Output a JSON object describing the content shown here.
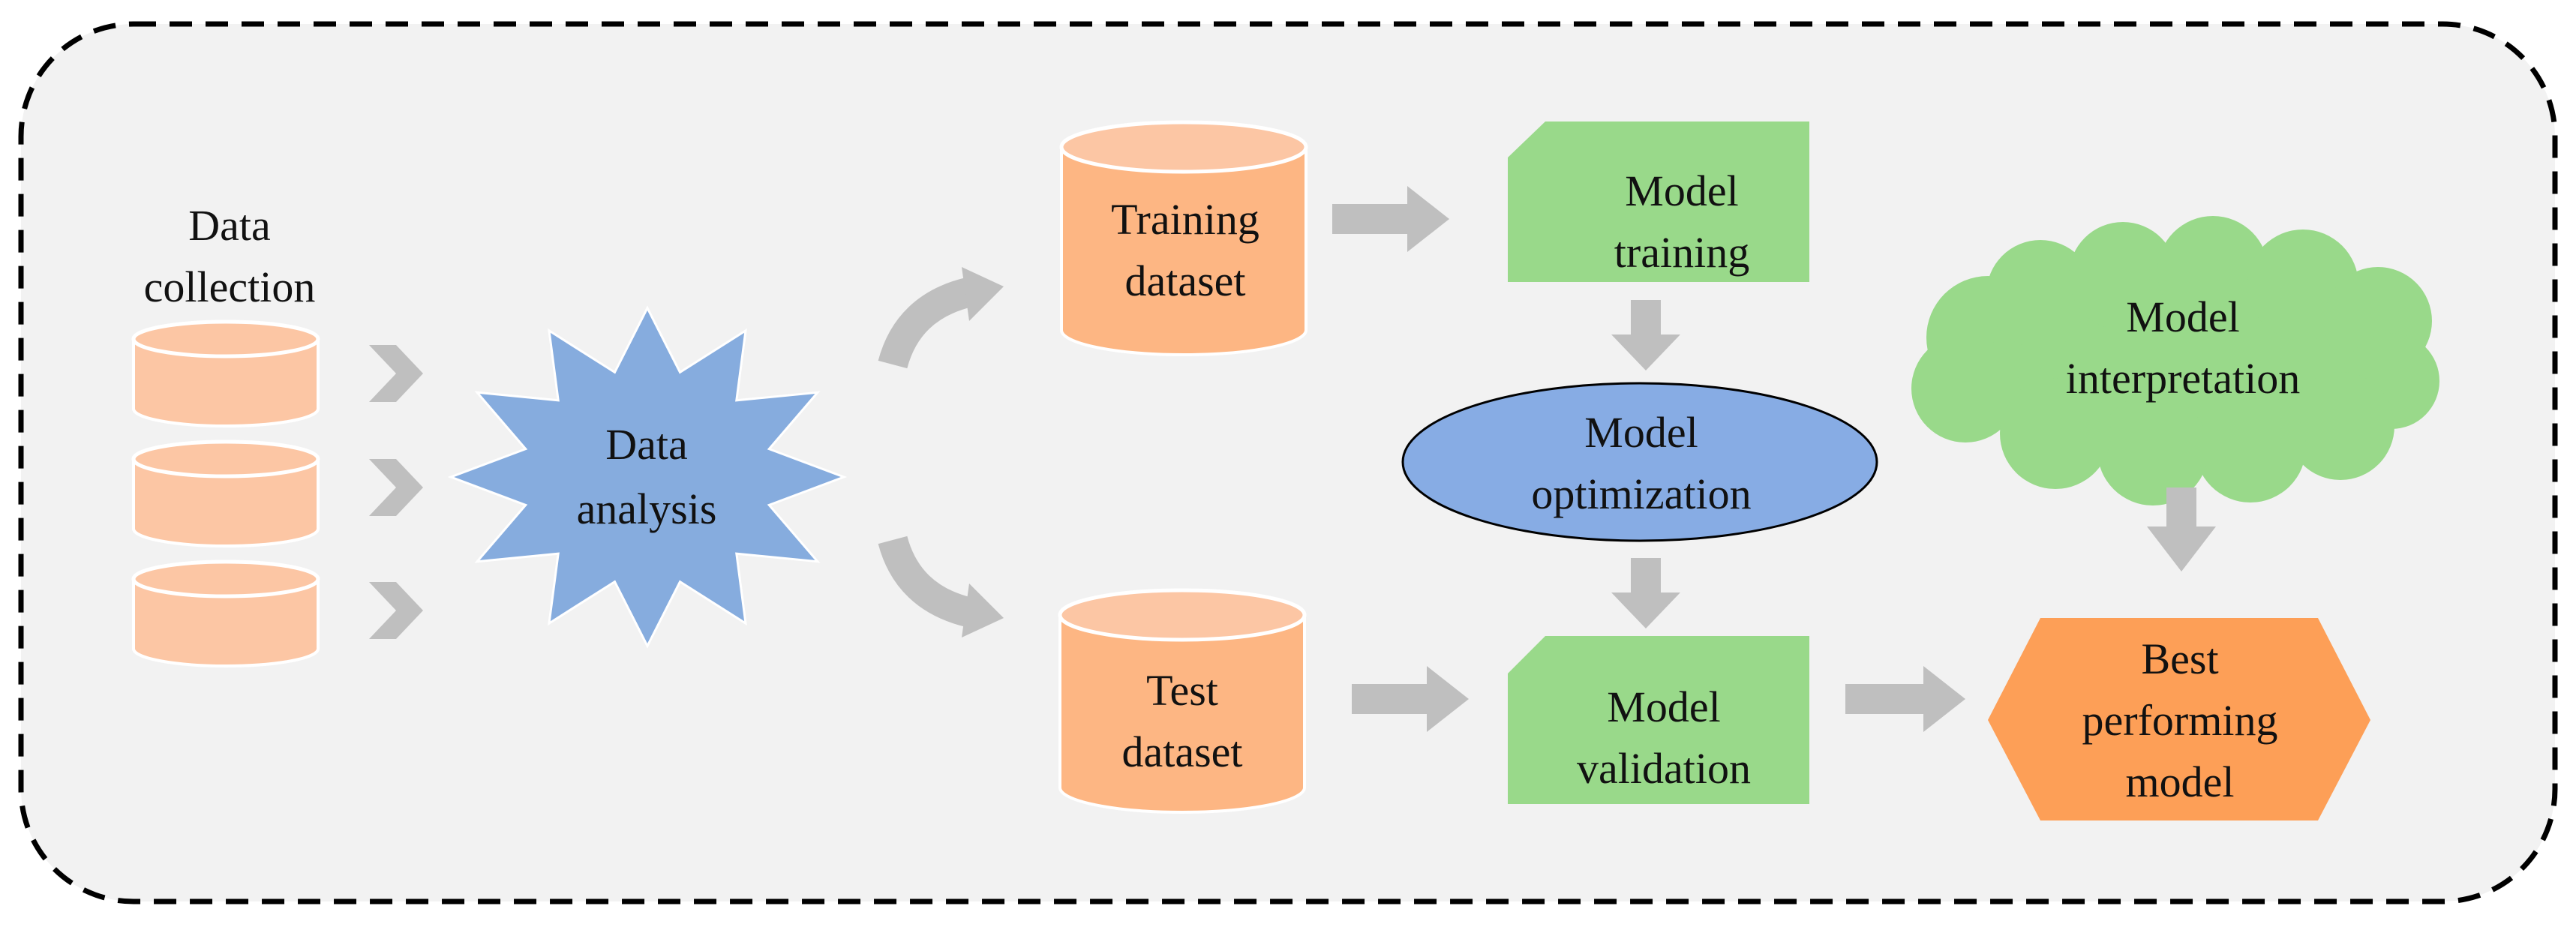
{
  "colors": {
    "panel_fill": "#f2f2f2",
    "panel_border": "#000000",
    "cylinder_light": "#fcc6a4",
    "cylinder_medium": "#fdb683",
    "star_blue": "#86acde",
    "ellipse_blue": "#87ace4",
    "green": "#99d98a",
    "orange": "#fd9f57",
    "arrow_gray": "#bfbfbf"
  },
  "nodes": {
    "data_collection": {
      "line1": "Data",
      "line2": "collection"
    },
    "data_analysis": {
      "line1": "Data",
      "line2": "analysis"
    },
    "training_dataset": {
      "line1": "Training",
      "line2": "dataset"
    },
    "test_dataset": {
      "line1": "Test",
      "line2": "dataset"
    },
    "model_training": {
      "line1": "Model",
      "line2": "training"
    },
    "model_optimization": {
      "line1": "Model",
      "line2": "optimization"
    },
    "model_validation": {
      "line1": "Model",
      "line2": "validation"
    },
    "model_interpretation": {
      "line1": "Model",
      "line2": "interpretation"
    },
    "best_model": {
      "line1": "Best",
      "line2": "performing",
      "line3": "model"
    }
  }
}
